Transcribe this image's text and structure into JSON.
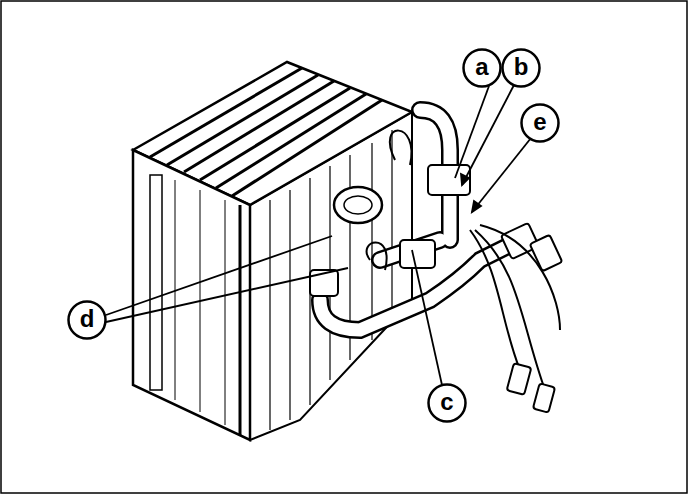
{
  "diagram": {
    "nodes": [
      {
        "text": [
          "a"
        ]
      },
      {
        "text": [
          "b"
        ]
      },
      {
        "text": [
          "e"
        ]
      },
      {
        "text": [
          "d"
        ]
      },
      {
        "text": [
          "c"
        ]
      }
    ]
  }
}
